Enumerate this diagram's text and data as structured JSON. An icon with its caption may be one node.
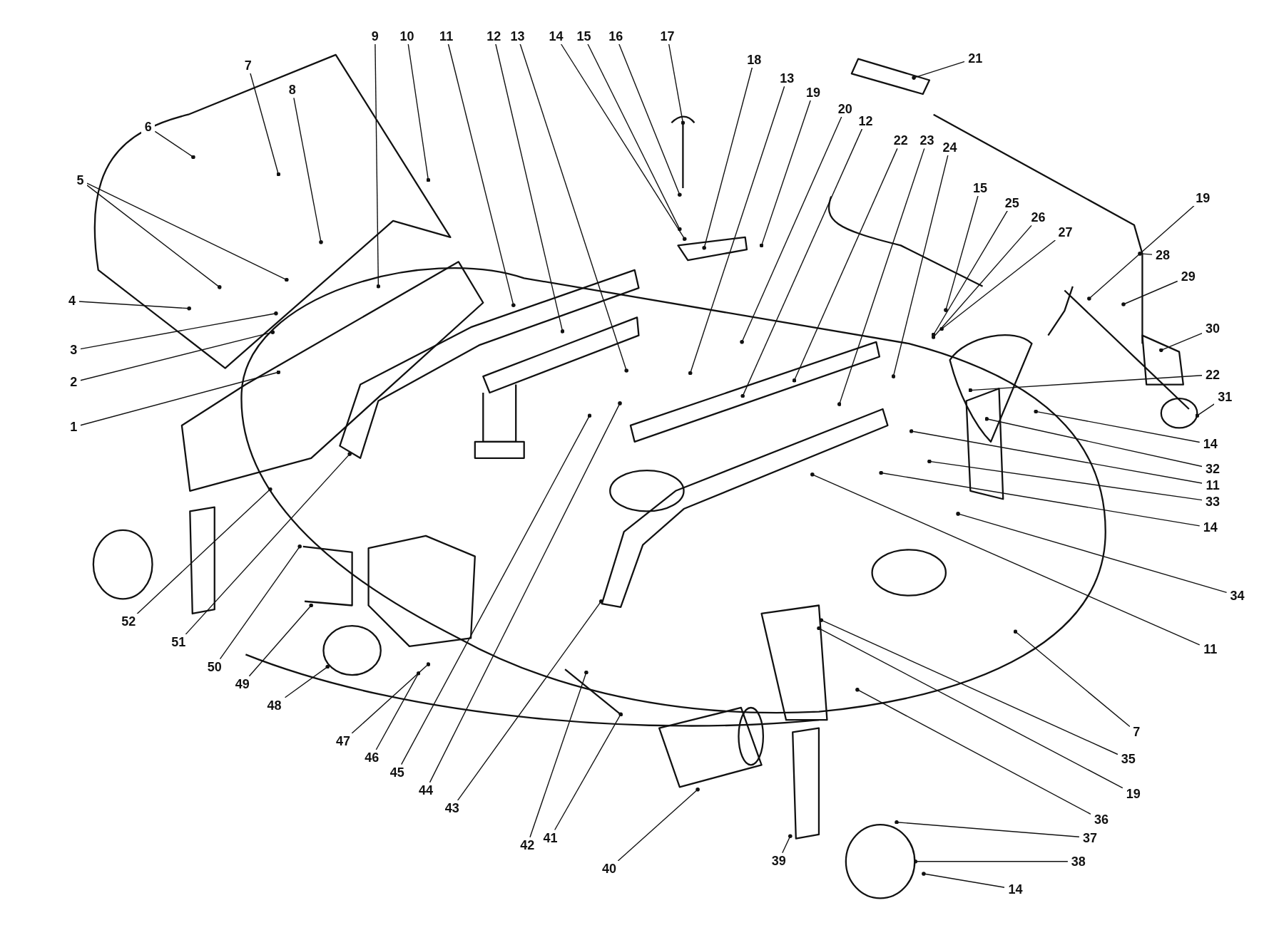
{
  "diagram": {
    "nodes": [
      {
        "text": [
          "5"
        ]
      },
      {
        "text": [
          "6"
        ]
      },
      {
        "text": [
          "7"
        ]
      },
      {
        "text": [
          "8"
        ]
      },
      {
        "text": [
          "9"
        ]
      },
      {
        "text": [
          "10"
        ]
      },
      {
        "text": [
          "11"
        ]
      },
      {
        "text": [
          "12"
        ]
      },
      {
        "text": [
          "13"
        ]
      },
      {
        "text": [
          "14"
        ]
      },
      {
        "text": [
          "15"
        ]
      },
      {
        "text": [
          "16"
        ]
      },
      {
        "text": [
          "17"
        ]
      },
      {
        "text": [
          "18"
        ]
      },
      {
        "text": [
          "13"
        ]
      },
      {
        "text": [
          "19"
        ]
      },
      {
        "text": [
          "20"
        ]
      },
      {
        "text": [
          "12"
        ]
      },
      {
        "text": [
          "21"
        ]
      },
      {
        "text": [
          "22"
        ]
      },
      {
        "text": [
          "23"
        ]
      },
      {
        "text": [
          "24"
        ]
      },
      {
        "text": [
          "15"
        ]
      },
      {
        "text": [
          "25"
        ]
      },
      {
        "text": [
          "26"
        ]
      },
      {
        "text": [
          "27"
        ]
      },
      {
        "text": [
          "19"
        ]
      },
      {
        "text": [
          "28"
        ]
      },
      {
        "text": [
          "29"
        ]
      },
      {
        "text": [
          "30"
        ]
      },
      {
        "text": [
          "22"
        ]
      },
      {
        "text": [
          "31"
        ]
      },
      {
        "text": [
          "14"
        ]
      },
      {
        "text": [
          "32"
        ]
      },
      {
        "text": [
          "11"
        ]
      },
      {
        "text": [
          "33"
        ]
      },
      {
        "text": [
          "14"
        ]
      },
      {
        "text": [
          "34"
        ]
      },
      {
        "text": [
          "11"
        ]
      },
      {
        "text": [
          "7"
        ]
      },
      {
        "text": [
          "35"
        ]
      },
      {
        "text": [
          "19"
        ]
      },
      {
        "text": [
          "36"
        ]
      },
      {
        "text": [
          "37"
        ]
      },
      {
        "text": [
          "38"
        ]
      },
      {
        "text": [
          "14"
        ]
      },
      {
        "text": [
          "39"
        ]
      },
      {
        "text": [
          "40"
        ]
      },
      {
        "text": [
          "41"
        ]
      },
      {
        "text": [
          "42"
        ]
      },
      {
        "text": [
          "43"
        ]
      },
      {
        "text": [
          "44"
        ]
      },
      {
        "text": [
          "45"
        ]
      },
      {
        "text": [
          "46"
        ]
      },
      {
        "text": [
          "47"
        ]
      },
      {
        "text": [
          "48"
        ]
      },
      {
        "text": [
          "49"
        ]
      },
      {
        "text": [
          "50"
        ]
      },
      {
        "text": [
          "51"
        ]
      },
      {
        "text": [
          "52"
        ]
      },
      {
        "text": [
          "1"
        ]
      },
      {
        "text": [
          "2"
        ]
      },
      {
        "text": [
          "3"
        ]
      },
      {
        "text": [
          "4"
        ]
      }
    ],
    "edges": [
      {
        "from": 0,
        "to": null,
        "arrow": "other"
      },
      {
        "from": 0,
        "to": null,
        "arrow": "other"
      },
      {
        "from": 1,
        "to": null,
        "arrow": "other"
      },
      {
        "from": 2,
        "to": null,
        "arrow": "other"
      },
      {
        "from": 3,
        "to": null,
        "arrow": "other"
      },
      {
        "from": 4,
        "to": null,
        "arrow": "other"
      },
      {
        "from": 5,
        "to": null,
        "arrow": "other"
      },
      {
        "from": 6,
        "to": null,
        "arrow": "other"
      },
      {
        "from": 7,
        "to": null,
        "arrow": "other"
      },
      {
        "from": 8,
        "to": null,
        "arrow": "other"
      },
      {
        "from": 9,
        "to": null,
        "arrow": "other"
      },
      {
        "from": 10,
        "to": null,
        "arrow": "other"
      },
      {
        "from": 11,
        "to": null,
        "arrow": "other"
      },
      {
        "from": 12,
        "to": null,
        "arrow": "other"
      },
      {
        "from": 13,
        "to": null,
        "arrow": "other"
      },
      {
        "from": 14,
        "to": null,
        "arrow": "other"
      },
      {
        "from": 15,
        "to": null,
        "arrow": "other"
      },
      {
        "from": 16,
        "to": null,
        "arrow": "other"
      },
      {
        "from": 17,
        "to": null,
        "arrow": "other"
      },
      {
        "from": 18,
        "to": null,
        "arrow": "other"
      },
      {
        "from": 19,
        "to": null,
        "arrow": "other"
      },
      {
        "from": 20,
        "to": null,
        "arrow": "other"
      },
      {
        "from": 21,
        "to": null,
        "arrow": "other"
      },
      {
        "from": 22,
        "to": null,
        "arrow": "other"
      },
      {
        "from": 23,
        "to": null,
        "arrow": "other"
      },
      {
        "from": 24,
        "to": null,
        "arrow": "other"
      },
      {
        "from": 25,
        "to": null,
        "arrow": "other"
      },
      {
        "from": 26,
        "to": null,
        "arrow": "other"
      },
      {
        "from": 27,
        "to": null,
        "arrow": "other"
      },
      {
        "from": 28,
        "to": null,
        "arrow": "other"
      },
      {
        "from": 29,
        "to": null,
        "arrow": "other"
      },
      {
        "from": 30,
        "to": null,
        "arrow": "other"
      },
      {
        "from": 31,
        "to": null,
        "arrow": "other"
      },
      {
        "from": 32,
        "to": null,
        "arrow": "other"
      },
      {
        "from": 33,
        "to": null,
        "arrow": "other"
      },
      {
        "from": 34,
        "to": null,
        "arrow": "other"
      },
      {
        "from": 35,
        "to": null,
        "arrow": "other"
      },
      {
        "from": 36,
        "to": null,
        "arrow": "other"
      },
      {
        "from": 37,
        "to": null,
        "arrow": "other"
      },
      {
        "from": 38,
        "to": null,
        "arrow": "other"
      },
      {
        "from": 39,
        "to": null,
        "arrow": "other"
      },
      {
        "from": 40,
        "to": null,
        "arrow": "other"
      },
      {
        "from": 41,
        "to": null,
        "arrow": "other"
      },
      {
        "from": 42,
        "to": null,
        "arrow": "other"
      },
      {
        "from": 43,
        "to": null,
        "arrow": "other"
      },
      {
        "from": 44,
        "to": null,
        "arrow": "other"
      },
      {
        "from": 45,
        "to": null,
        "arrow": "other"
      },
      {
        "from": 46,
        "to": null,
        "arrow": "other"
      },
      {
        "from": 47,
        "to": null,
        "arrow": "other"
      },
      {
        "from": 48,
        "to": null,
        "arrow": "other"
      },
      {
        "from": 49,
        "to": null,
        "arrow": "other"
      },
      {
        "from": 50,
        "to": null,
        "arrow": "other"
      },
      {
        "from": 51,
        "to": null,
        "arrow": "other"
      },
      {
        "from": 52,
        "to": null,
        "arrow": "other"
      },
      {
        "from": 53,
        "to": null,
        "arrow": "other"
      },
      {
        "from": 54,
        "to": null,
        "arrow": "other"
      },
      {
        "from": 55,
        "to": null,
        "arrow": "other"
      },
      {
        "from": 56,
        "to": null,
        "arrow": "other"
      },
      {
        "from": 57,
        "to": null,
        "arrow": "other"
      },
      {
        "from": 58,
        "to": null,
        "arrow": "other"
      },
      {
        "from": 59,
        "to": null,
        "arrow": "other"
      },
      {
        "from": 60,
        "to": null,
        "arrow": "other"
      },
      {
        "from": 61,
        "to": null,
        "arrow": "other"
      },
      {
        "from": 62,
        "to": null,
        "arrow": "other"
      },
      {
        "from": 63,
        "to": null,
        "arrow": "other"
      }
    ]
  }
}
